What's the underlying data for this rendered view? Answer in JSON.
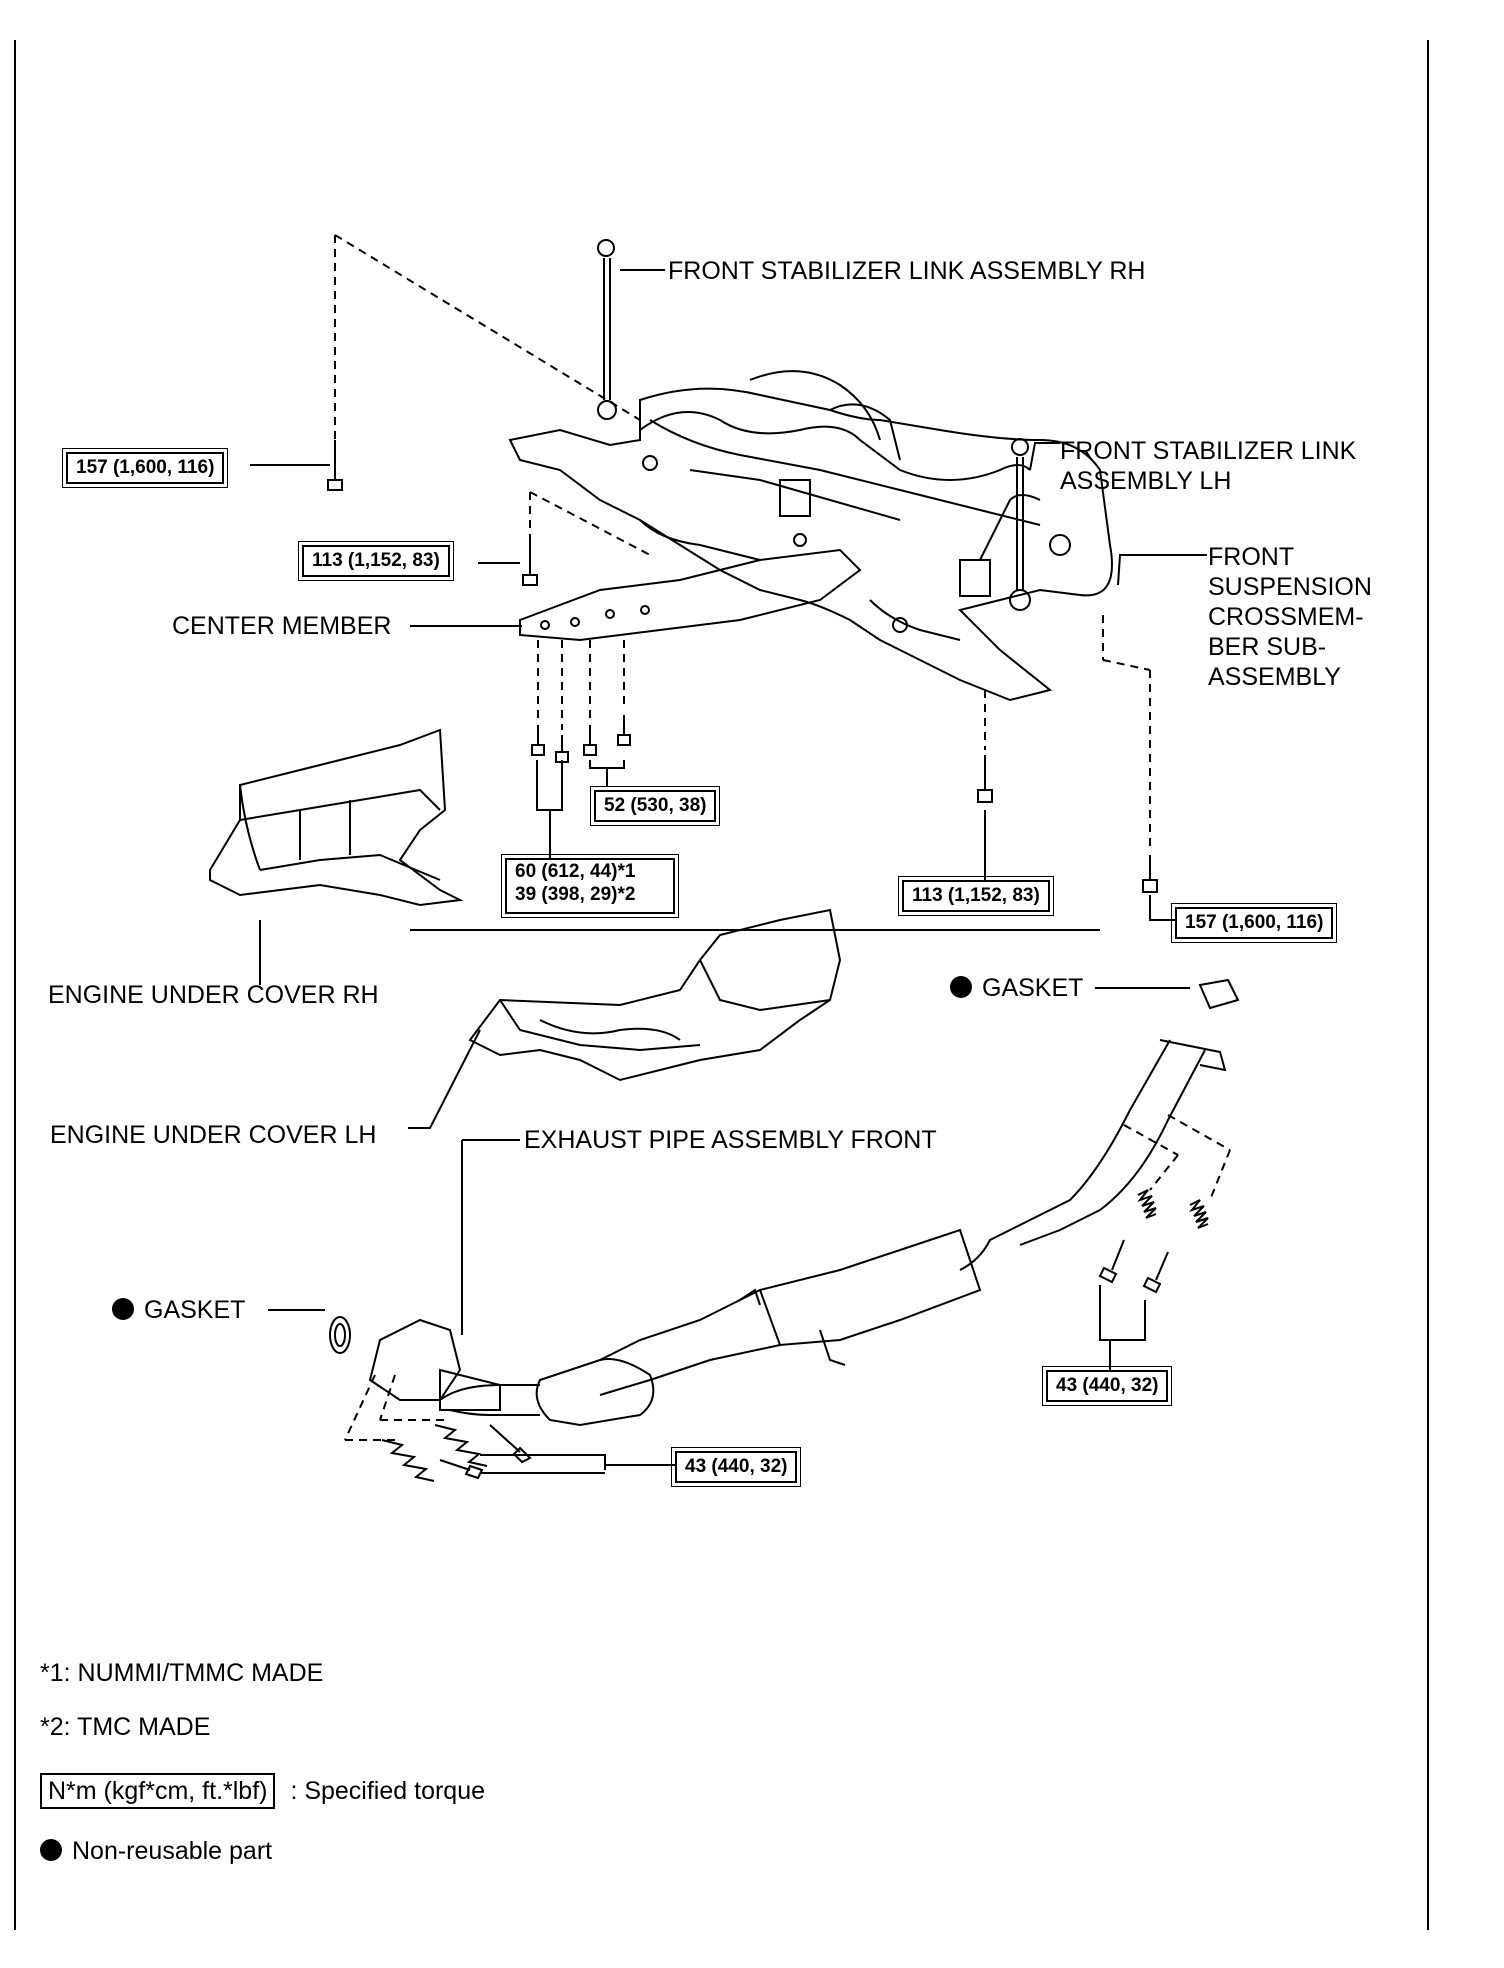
{
  "labels": {
    "stab_rh": "FRONT STABILIZER LINK ASSEMBLY RH",
    "stab_lh_1": "FRONT STABILIZER LINK",
    "stab_lh_2": "ASSEMBLY LH",
    "cross_1": "FRONT",
    "cross_2": "SUSPENSION",
    "cross_3": "CROSSMEM-",
    "cross_4": "BER SUB-",
    "cross_5": "ASSEMBLY",
    "center_member": "CENTER MEMBER",
    "under_rh": "ENGINE UNDER COVER RH",
    "under_lh": "ENGINE UNDER COVER LH",
    "exhaust": "EXHAUST PIPE ASSEMBLY FRONT",
    "gasket_top": "GASKET",
    "gasket_left": "GASKET"
  },
  "torques": {
    "t157_left": "157 (1,600, 116)",
    "t113_left": "113 (1,152, 83)",
    "t52": "52 (530, 38)",
    "t60": "60 (612, 44)*1",
    "t39": "39 (398, 29)*2",
    "t113_right": "113 (1,152, 83)",
    "t157_right": "157 (1,600, 116)",
    "t43_right": "43 (440, 32)",
    "t43_bottom": "43 (440, 32)"
  },
  "notes": {
    "n1": "*1: NUMMI/TMMC MADE",
    "n2": "*2: TMC MADE",
    "unit_box": "N*m (kgf*cm, ft.*lbf)",
    "unit_desc": ": Specified torque",
    "nonreuse": "Non-reusable part"
  }
}
